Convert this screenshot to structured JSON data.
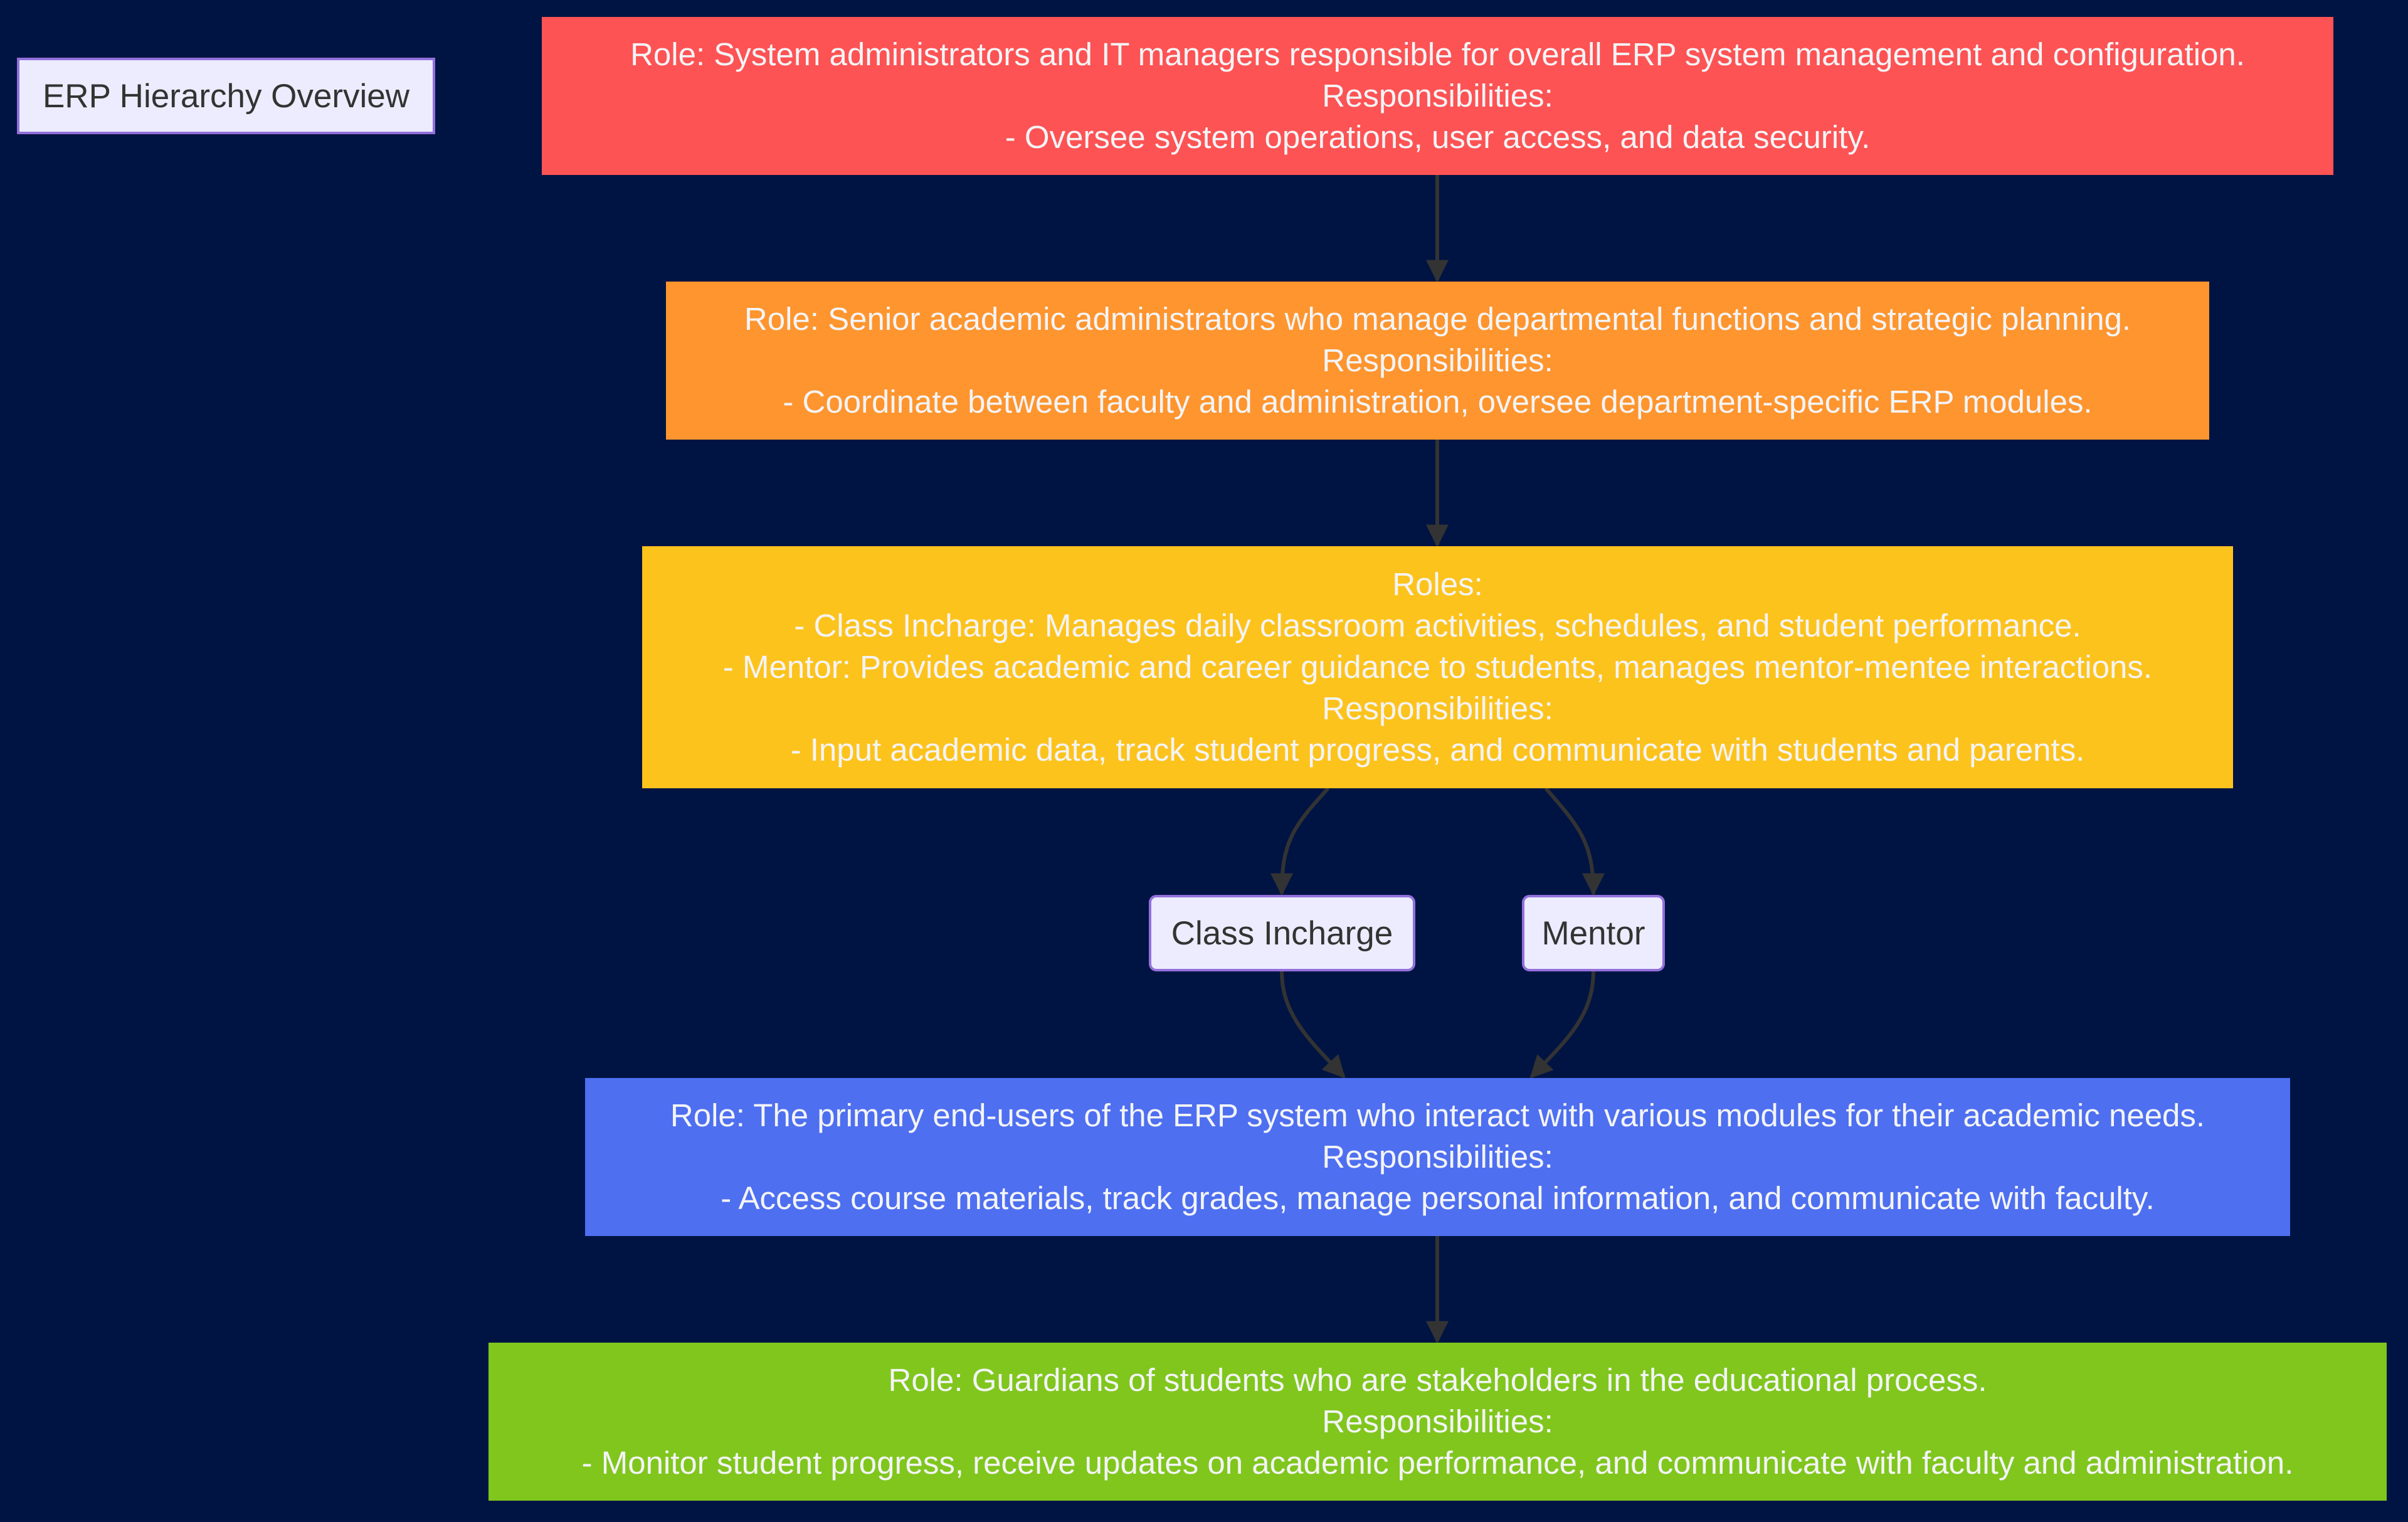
{
  "diagram": {
    "title": "ERP Hierarchy Overview",
    "colors": {
      "background": "#001443",
      "admin": "#fd5354",
      "hod": "#fe952e",
      "faculty": "#fdc31d",
      "student": "#4e6ff0",
      "parent": "#80c61d",
      "label_fill": "#ececfe",
      "label_border": "#9370db",
      "edge": "#333333"
    },
    "nodes": {
      "admin": {
        "line1": "Role: System administrators and IT managers responsible for overall ERP system management and configuration.",
        "line2": "Responsibilities:",
        "line3": "- Oversee system operations, user access, and data security."
      },
      "hod": {
        "line1": "Role: Senior academic administrators who manage departmental functions and strategic planning.",
        "line2": "Responsibilities:",
        "line3": "- Coordinate between faculty and administration, oversee department-specific ERP modules."
      },
      "faculty": {
        "line1": "Roles:",
        "line2": "- Class Incharge: Manages daily classroom activities, schedules, and student performance.",
        "line3": "- Mentor: Provides academic and career guidance to students, manages mentor-mentee interactions.",
        "line4": "Responsibilities:",
        "line5": "- Input academic data, track student progress, and communicate with students and parents."
      },
      "class_incharge": {
        "label": "Class Incharge"
      },
      "mentor": {
        "label": "Mentor"
      },
      "student": {
        "line1": "Role: The primary end-users of the ERP system who interact with various modules for their academic needs.",
        "line2": "Responsibilities:",
        "line3": "- Access course materials, track grades, manage personal information, and communicate with faculty."
      },
      "parent": {
        "line1": "Role: Guardians of students who are stakeholders in the educational process.",
        "line2": "Responsibilities:",
        "line3": "- Monitor student progress, receive updates on academic performance, and communicate with faculty and administration."
      }
    },
    "edges": [
      {
        "from": "admin",
        "to": "hod"
      },
      {
        "from": "hod",
        "to": "faculty"
      },
      {
        "from": "faculty",
        "to": "class_incharge"
      },
      {
        "from": "faculty",
        "to": "mentor"
      },
      {
        "from": "class_incharge",
        "to": "student"
      },
      {
        "from": "mentor",
        "to": "student"
      },
      {
        "from": "student",
        "to": "parent"
      }
    ]
  }
}
